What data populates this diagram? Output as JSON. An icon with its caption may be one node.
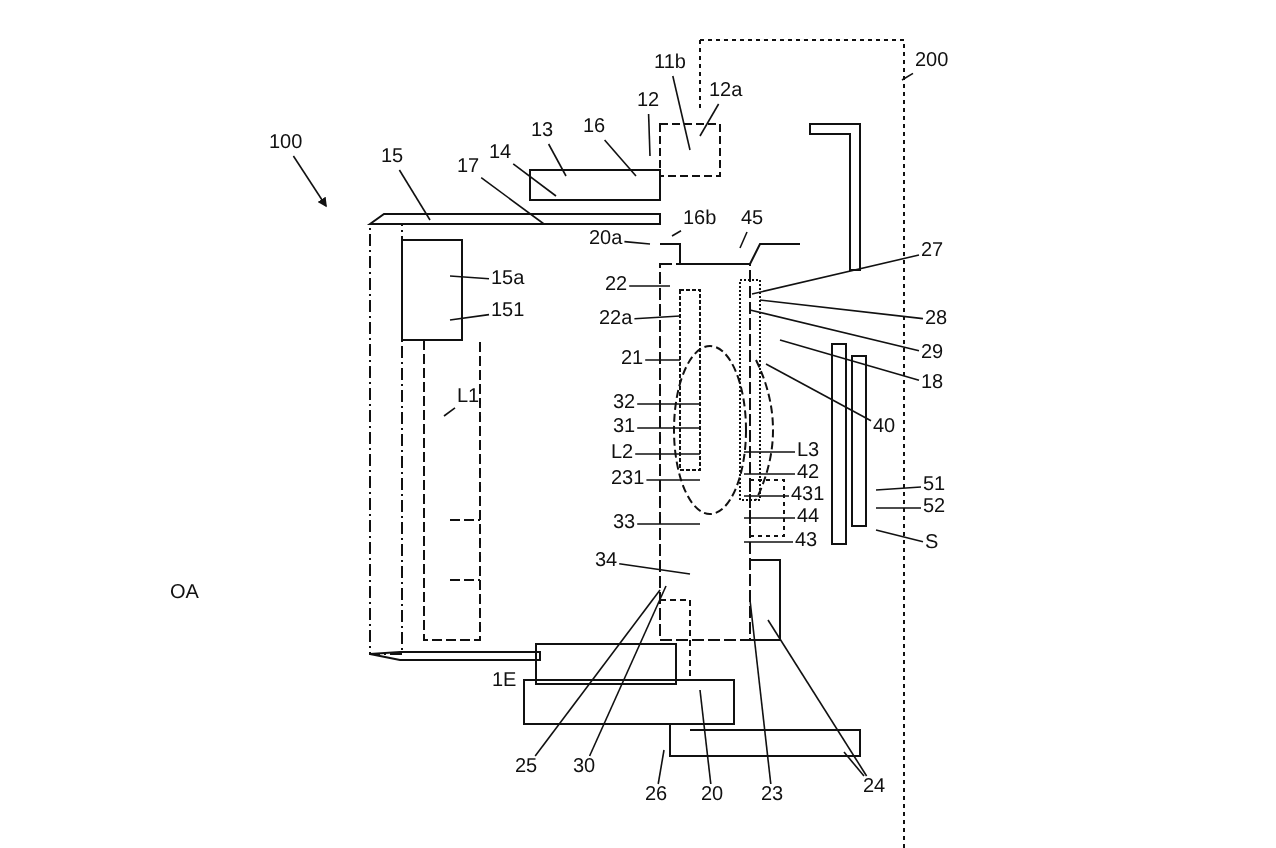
{
  "diagram": {
    "nodes": [
      {
        "text": [
          "100"
        ]
      },
      {
        "text": [
          "15"
        ]
      },
      {
        "text": [
          "17"
        ]
      },
      {
        "text": [
          "14"
        ]
      },
      {
        "text": [
          "13"
        ]
      },
      {
        "text": [
          "16"
        ]
      },
      {
        "text": [
          "12"
        ]
      },
      {
        "text": [
          "11b"
        ]
      },
      {
        "text": [
          "12a"
        ]
      },
      {
        "text": [
          "200"
        ]
      },
      {
        "text": [
          "20a"
        ]
      },
      {
        "text": [
          "16b"
        ]
      },
      {
        "text": [
          "45"
        ]
      },
      {
        "text": [
          "27"
        ]
      },
      {
        "text": [
          "22"
        ]
      },
      {
        "text": [
          "22a"
        ]
      },
      {
        "text": [
          "28"
        ]
      },
      {
        "text": [
          "29"
        ]
      },
      {
        "text": [
          "18"
        ]
      },
      {
        "text": [
          "21"
        ]
      },
      {
        "text": [
          "40"
        ]
      },
      {
        "text": [
          "32"
        ]
      },
      {
        "text": [
          "31"
        ]
      },
      {
        "text": [
          "L2"
        ]
      },
      {
        "text": [
          "L3"
        ]
      },
      {
        "text": [
          "42"
        ]
      },
      {
        "text": [
          "231"
        ]
      },
      {
        "text": [
          "431"
        ]
      },
      {
        "text": [
          "51"
        ]
      },
      {
        "text": [
          "44"
        ]
      },
      {
        "text": [
          "52"
        ]
      },
      {
        "text": [
          "33"
        ]
      },
      {
        "text": [
          "43"
        ]
      },
      {
        "text": [
          "S"
        ]
      },
      {
        "text": [
          "34"
        ]
      },
      {
        "text": [
          "L1"
        ]
      },
      {
        "text": [
          "15a"
        ]
      },
      {
        "text": [
          "151"
        ]
      },
      {
        "text": [
          "25"
        ]
      },
      {
        "text": [
          "30"
        ]
      },
      {
        "text": [
          "26"
        ]
      },
      {
        "text": [
          "20"
        ]
      },
      {
        "text": [
          "23"
        ]
      },
      {
        "text": [
          "24"
        ]
      }
    ],
    "edges": [
      {
        "from": 0,
        "to": null,
        "arrow": "to"
      },
      {
        "from": 1,
        "to": null,
        "arrow": "none"
      },
      {
        "from": 2,
        "to": null,
        "arrow": "none"
      },
      {
        "from": 3,
        "to": null,
        "arrow": "none"
      },
      {
        "from": 4,
        "to": null,
        "arrow": "none"
      },
      {
        "from": 5,
        "to": null,
        "arrow": "none"
      },
      {
        "from": 6,
        "to": null,
        "arrow": "none"
      },
      {
        "from": 7,
        "to": null,
        "arrow": "none"
      },
      {
        "from": 8,
        "to": null,
        "arrow": "none"
      },
      {
        "from": 9,
        "to": null,
        "arrow": "none"
      },
      {
        "from": 10,
        "to": null,
        "arrow": "none"
      },
      {
        "from": 11,
        "to": null,
        "arrow": "none"
      },
      {
        "from": 12,
        "to": null,
        "arrow": "none"
      },
      {
        "from": 13,
        "to": null,
        "arrow": "none"
      },
      {
        "from": 14,
        "to": null,
        "arrow": "none"
      },
      {
        "from": 15,
        "to": null,
        "arrow": "none"
      },
      {
        "from": 16,
        "to": null,
        "arrow": "none"
      },
      {
        "from": 17,
        "to": null,
        "arrow": "none"
      },
      {
        "from": 18,
        "to": null,
        "arrow": "none"
      },
      {
        "from": 19,
        "to": null,
        "arrow": "none"
      },
      {
        "from": 20,
        "to": null,
        "arrow": "none"
      },
      {
        "from": 21,
        "to": null,
        "arrow": "none"
      },
      {
        "from": 22,
        "to": null,
        "arrow": "none"
      },
      {
        "from": 23,
        "to": null,
        "arrow": "none"
      },
      {
        "from": 24,
        "to": null,
        "arrow": "none"
      },
      {
        "from": 25,
        "to": null,
        "arrow": "none"
      },
      {
        "from": 26,
        "to": null,
        "arrow": "none"
      },
      {
        "from": 27,
        "to": null,
        "arrow": "none"
      },
      {
        "from": 28,
        "to": null,
        "arrow": "none"
      },
      {
        "from": 29,
        "to": null,
        "arrow": "none"
      },
      {
        "from": 30,
        "to": null,
        "arrow": "none"
      },
      {
        "from": 31,
        "to": null,
        "arrow": "none"
      },
      {
        "from": 32,
        "to": null,
        "arrow": "none"
      },
      {
        "from": 33,
        "to": null,
        "arrow": "none"
      },
      {
        "from": 34,
        "to": null,
        "arrow": "none"
      },
      {
        "from": 35,
        "to": null,
        "arrow": "none"
      },
      {
        "from": 36,
        "to": null,
        "arrow": "none"
      },
      {
        "from": 37,
        "to": null,
        "arrow": "none"
      },
      {
        "from": 38,
        "to": null,
        "arrow": "none"
      },
      {
        "from": 39,
        "to": null,
        "arrow": "none"
      },
      {
        "from": 40,
        "to": null,
        "arrow": "none"
      },
      {
        "from": 41,
        "to": null,
        "arrow": "none"
      },
      {
        "from": 42,
        "to": null,
        "arrow": "none"
      },
      {
        "from": 43,
        "to": null,
        "arrow": "none"
      },
      {
        "from": 43,
        "to": null,
        "arrow": "none"
      }
    ],
    "labels": [
      "OA",
      "1E"
    ]
  }
}
